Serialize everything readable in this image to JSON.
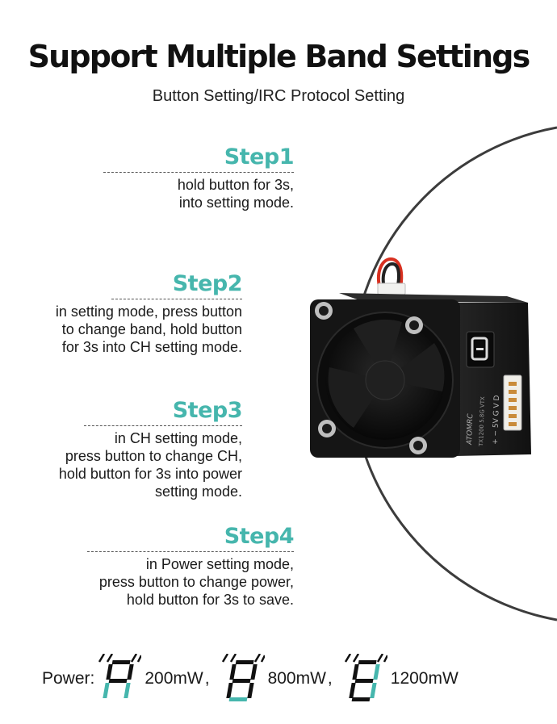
{
  "title": "Support Multiple Band Settings",
  "subtitle": "Button Setting/IRC Protocol Setting",
  "steps": [
    {
      "label": "Step1",
      "lines": [
        "hold button for 3s,",
        "into setting mode."
      ]
    },
    {
      "label": "Step2",
      "lines": [
        "in setting mode, press button",
        "to change band, hold button",
        "for 3s into CH setting mode."
      ]
    },
    {
      "label": "Step3",
      "lines": [
        "in CH setting mode,",
        "press button to change CH,",
        "hold button for 3s into power",
        "setting mode."
      ]
    },
    {
      "label": "Step4",
      "lines": [
        "in Power setting mode,",
        "press button to change power,",
        "hold button for 3s to save."
      ]
    }
  ],
  "power": {
    "label": "Power:",
    "levels": [
      {
        "value": "200mW",
        "sep": ","
      },
      {
        "value": "800mW",
        "sep": ","
      },
      {
        "value": "1200mW",
        "sep": ""
      }
    ]
  },
  "device": {
    "brand": "ATOMRC",
    "model": "TX1200 5.8G VTX",
    "pins": "+ − 5V G V D"
  },
  "colors": {
    "accent": "#46b6ad",
    "text": "#1a1a1a",
    "device": "#1c1c1c"
  },
  "icons": [
    "seven-segment-display-icon",
    "mounting-screw-icon",
    "fan-icon",
    "connector-icon",
    "wire-icon"
  ]
}
